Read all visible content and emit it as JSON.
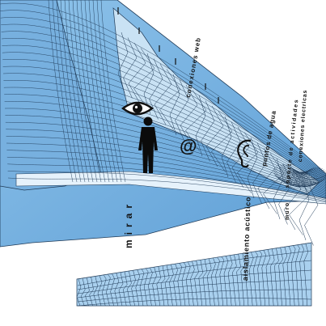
{
  "colors": {
    "surface_light": "#c9e2f4",
    "surface_mid": "#9ccaec",
    "surface_dark": "#6aa8dc",
    "line": "#1f3a57",
    "figure": "#0b0b0b"
  },
  "icons": [
    "eye-icon",
    "at-sign-icon",
    "ear-icon",
    "human-silhouette-icon"
  ],
  "labels": {
    "mirar": "mirar",
    "conexiones_web": "conexiones web",
    "puntos_de_agua": "puntos de agua",
    "soporte_de_actividades": "soporte de actividades",
    "conexiones_electricas": "conexiones electricas",
    "aislamiento_acustico": "aislamiento acústico",
    "muros": "muro",
    "at_symbol": "@"
  }
}
